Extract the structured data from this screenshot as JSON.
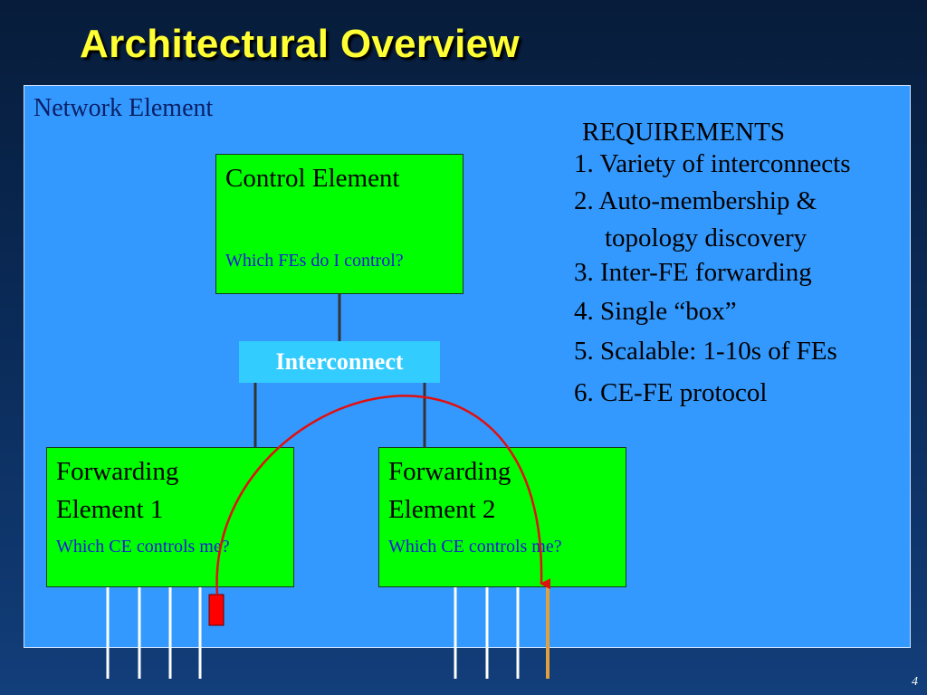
{
  "slide": {
    "title": "Architectural Overview",
    "page_number": "4"
  },
  "panel": {
    "label": "Network Element"
  },
  "requirements": {
    "title": "REQUIREMENTS",
    "items": [
      "1. Variety of interconnects",
      "2. Auto-membership &",
      "topology discovery",
      "3. Inter-FE forwarding",
      "4. Single “box”",
      "5. Scalable: 1-10s of FEs",
      "6. CE-FE protocol"
    ]
  },
  "control_element": {
    "name": "Control Element",
    "question": "Which FEs do I control?"
  },
  "interconnect": {
    "label": "Interconnect"
  },
  "forwarding_elements": [
    {
      "name_line1": "Forwarding",
      "name_line2": "Element 1",
      "question": "Which CE controls me?"
    },
    {
      "name_line1": "Forwarding",
      "name_line2": "Element 2",
      "question": "Which CE controls me?"
    }
  ],
  "colors": {
    "title": "#ffff33",
    "panel": "#3399ff",
    "element_box": "#00ff00",
    "interconnect": "#33ccff",
    "arc": "#e01010",
    "ingress_port": "#ff0000",
    "egress_port": "#e0a040"
  }
}
